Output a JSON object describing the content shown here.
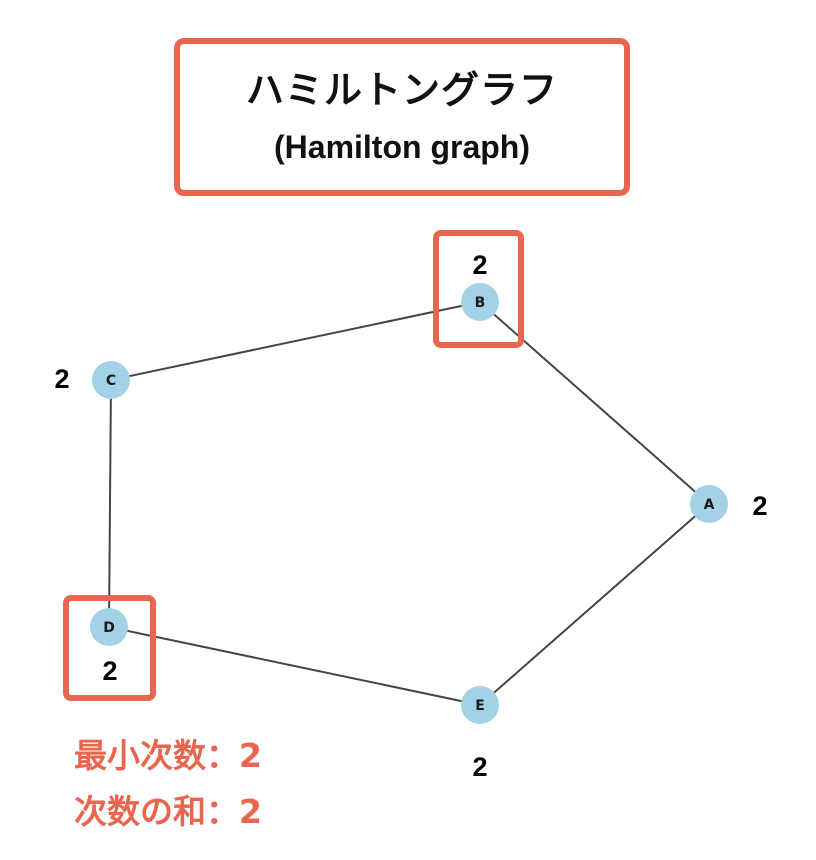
{
  "title": {
    "japanese": "ハミルトングラフ",
    "english": "(Hamilton graph)"
  },
  "graph": {
    "nodes": [
      {
        "id": "A",
        "label": "A",
        "degree": "2",
        "highlighted": false
      },
      {
        "id": "B",
        "label": "B",
        "degree": "2",
        "highlighted": true
      },
      {
        "id": "C",
        "label": "C",
        "degree": "2",
        "highlighted": false
      },
      {
        "id": "D",
        "label": "D",
        "degree": "2",
        "highlighted": true
      },
      {
        "id": "E",
        "label": "E",
        "degree": "2",
        "highlighted": false
      }
    ],
    "edges": [
      [
        "C",
        "B"
      ],
      [
        "B",
        "A"
      ],
      [
        "A",
        "E"
      ],
      [
        "E",
        "D"
      ],
      [
        "D",
        "C"
      ]
    ]
  },
  "stats": {
    "min_degree": "最小次数：2",
    "degree_sum": "次数の和：2"
  },
  "colors": {
    "accent": "#e8664e",
    "node_fill": "#a3d1e6",
    "edge": "#444444"
  }
}
